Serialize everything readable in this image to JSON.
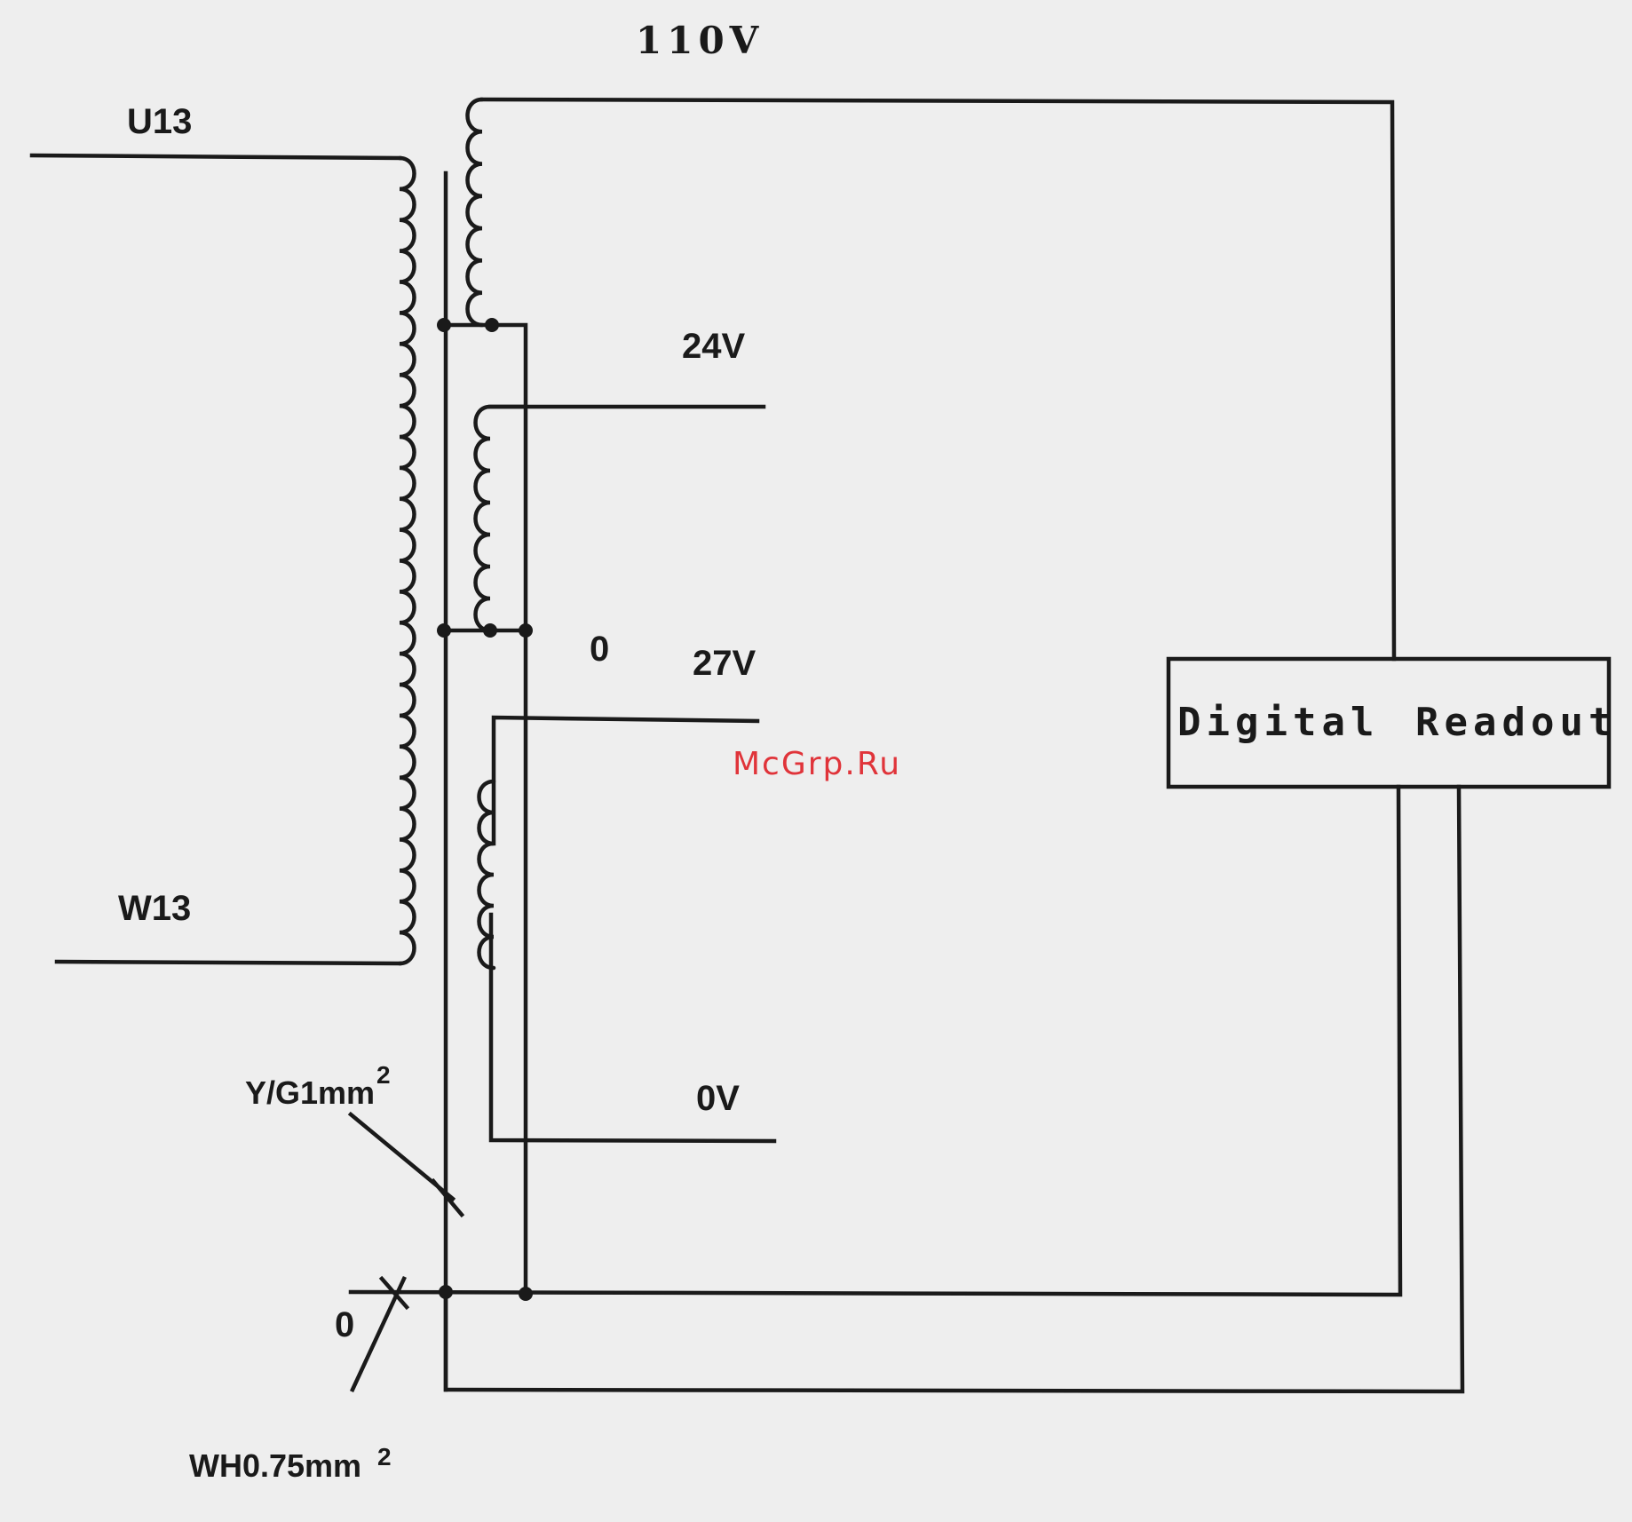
{
  "diagram": {
    "labels": {
      "v110": "110V",
      "u13": "U13",
      "w13": "W13",
      "v24": "24V",
      "zero_mid": "0",
      "v27": "27V",
      "v0": "0V",
      "yg": "Y/G1mm",
      "yg_sup": "2",
      "zero_ground": "0",
      "wh": "WH0.75mm",
      "wh_sup": "2"
    },
    "readout": {
      "word1": "Digital",
      "word2": "Readout"
    },
    "watermark": "McGrp.Ru"
  }
}
